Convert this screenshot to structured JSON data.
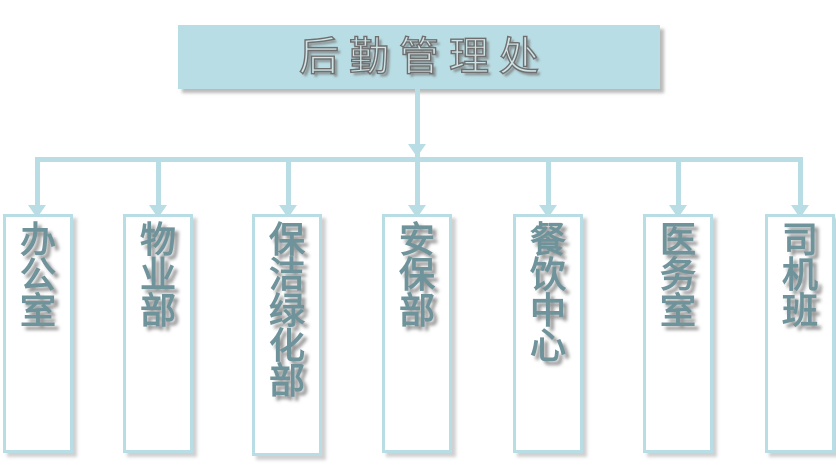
{
  "chart_data": {
    "type": "diagram",
    "diagram_type": "organizational-chart",
    "title": "后勤管理处",
    "root": {
      "label": "后勤管理处",
      "fill_color": "#b9dee4",
      "text_color": "#cfe4e8",
      "outline_color": "#6f6f6f"
    },
    "children": [
      {
        "label": "办公室",
        "char_count": 3
      },
      {
        "label": "物业部",
        "char_count": 3
      },
      {
        "label": "保洁绿化部",
        "char_count": 5
      },
      {
        "label": "安保部",
        "char_count": 3
      },
      {
        "label": "餐饮中心",
        "char_count": 4
      },
      {
        "label": "医务室",
        "char_count": 3
      },
      {
        "label": "司机班",
        "char_count": 3
      }
    ],
    "child_count": 7,
    "connector_style": "orthogonal-bus-with-arrows",
    "accent_color": "#b9dee4",
    "child_text_color": "#6f939b",
    "child_fill_color": "#ffffff",
    "background_color": "#ffffff",
    "text_orientation": "vertical"
  },
  "root": {
    "label": "后勤管理处"
  },
  "nodes": [
    {
      "label": "办公室"
    },
    {
      "label": "物业部"
    },
    {
      "label": "保洁绿化部"
    },
    {
      "label": "安保部"
    },
    {
      "label": "餐饮中心"
    },
    {
      "label": "医务室"
    },
    {
      "label": "司机班"
    }
  ]
}
